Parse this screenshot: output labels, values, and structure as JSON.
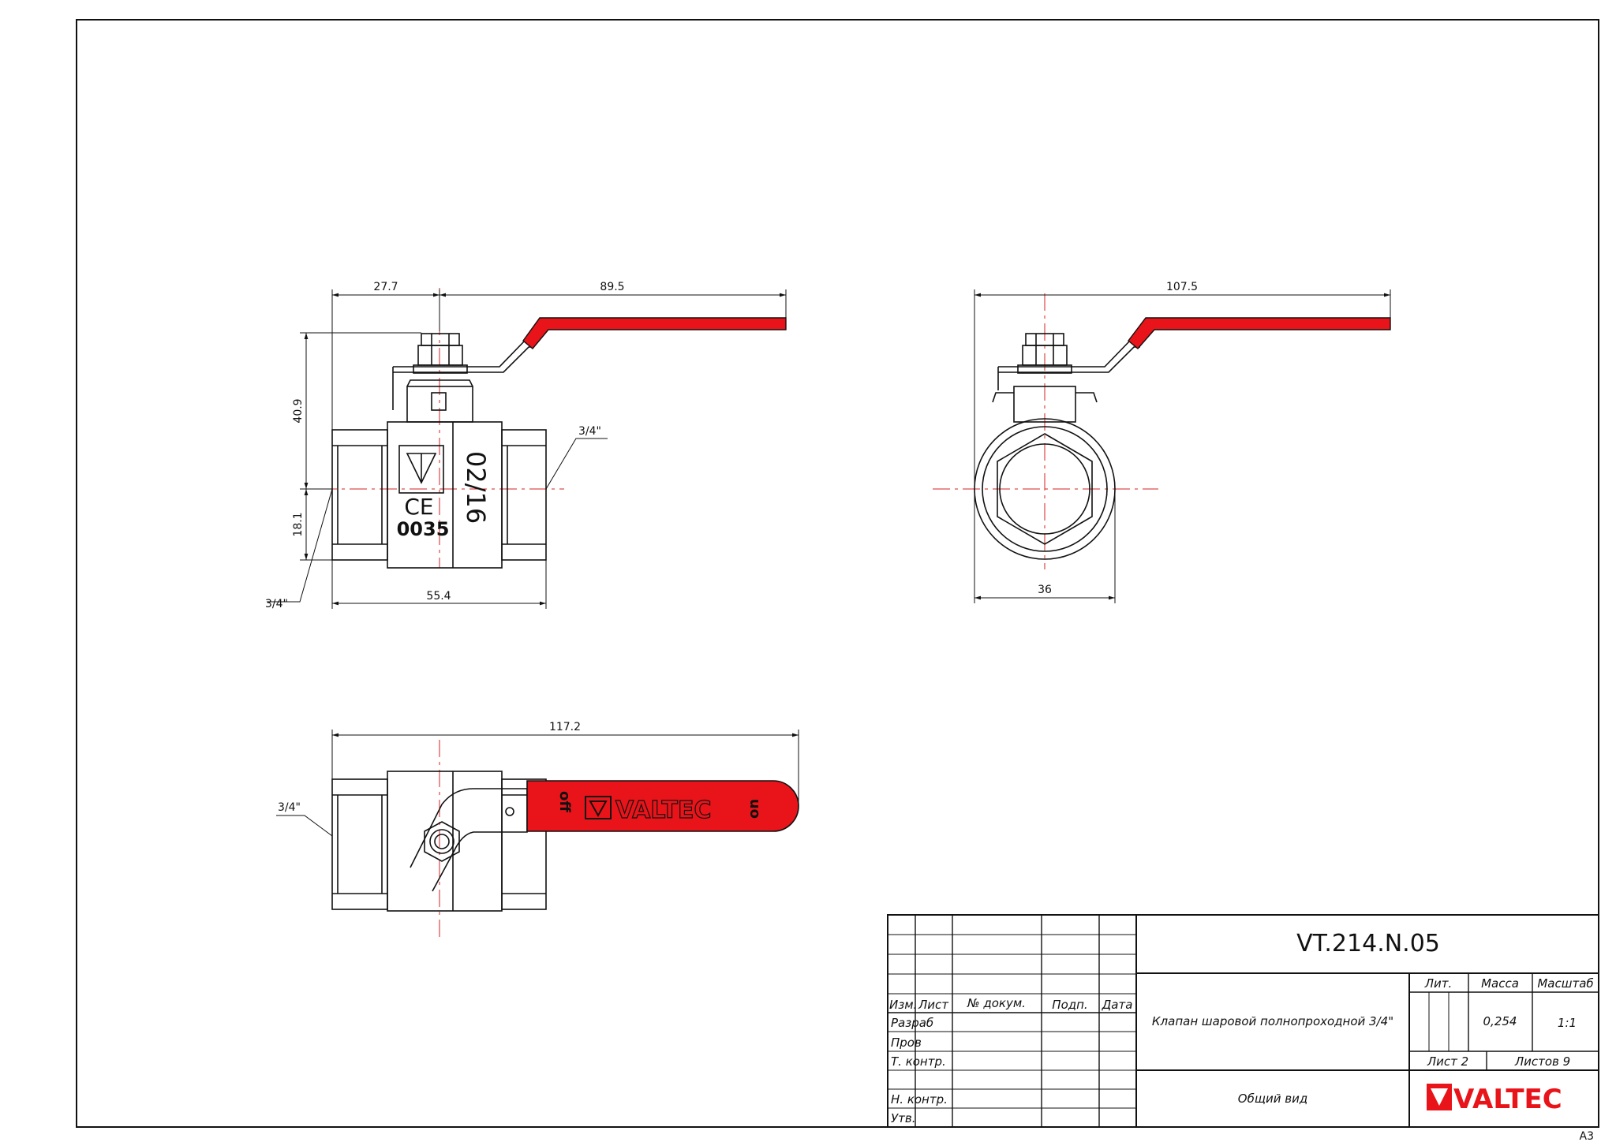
{
  "views": {
    "front": {
      "dim_top_left": "27.7",
      "dim_top_right": "89.5",
      "dim_height_upper": "40.9",
      "dim_height_lower": "18.1",
      "dim_bottom": "55.4",
      "thread_label_right": "3/4\"",
      "thread_label_left": "3/4\"",
      "body_mark_date": "02/16",
      "body_mark_ce": "CE",
      "body_mark_number": "0035"
    },
    "side": {
      "dim_top": "107.5",
      "dim_bottom": "36"
    },
    "top": {
      "dim_top": "117.2",
      "thread_label": "3/4\"",
      "handle_off": "off",
      "handle_on": "on",
      "handle_brand": "VALTEC"
    }
  },
  "title_block": {
    "doc_code": "VT.214.N.05",
    "headers": {
      "izm": "Изм.",
      "list": "Лист",
      "doc_no": "№ докум.",
      "sign": "Подп.",
      "date": "Дата"
    },
    "roles": [
      "Разраб",
      "Пров",
      "Т. контр.",
      "",
      "Н. контр.",
      "Утв."
    ],
    "product_name": "Клапан шаровой полнопроходной 3/4\"",
    "view_name": "Общий вид",
    "lit_label": "Лит.",
    "mass_label": "Масса",
    "scale_label": "Масштаб",
    "mass_value": "0,254",
    "scale_value": "1:1",
    "sheet_label": "Лист 2",
    "sheets_label": "Листов 9",
    "brand": "VALTEC"
  },
  "format_label": "A3",
  "colors": {
    "handle_red": "#e8141a",
    "centerline_red": "#d42020",
    "line": "#111111",
    "brand_grey": "#8c8c8c"
  }
}
